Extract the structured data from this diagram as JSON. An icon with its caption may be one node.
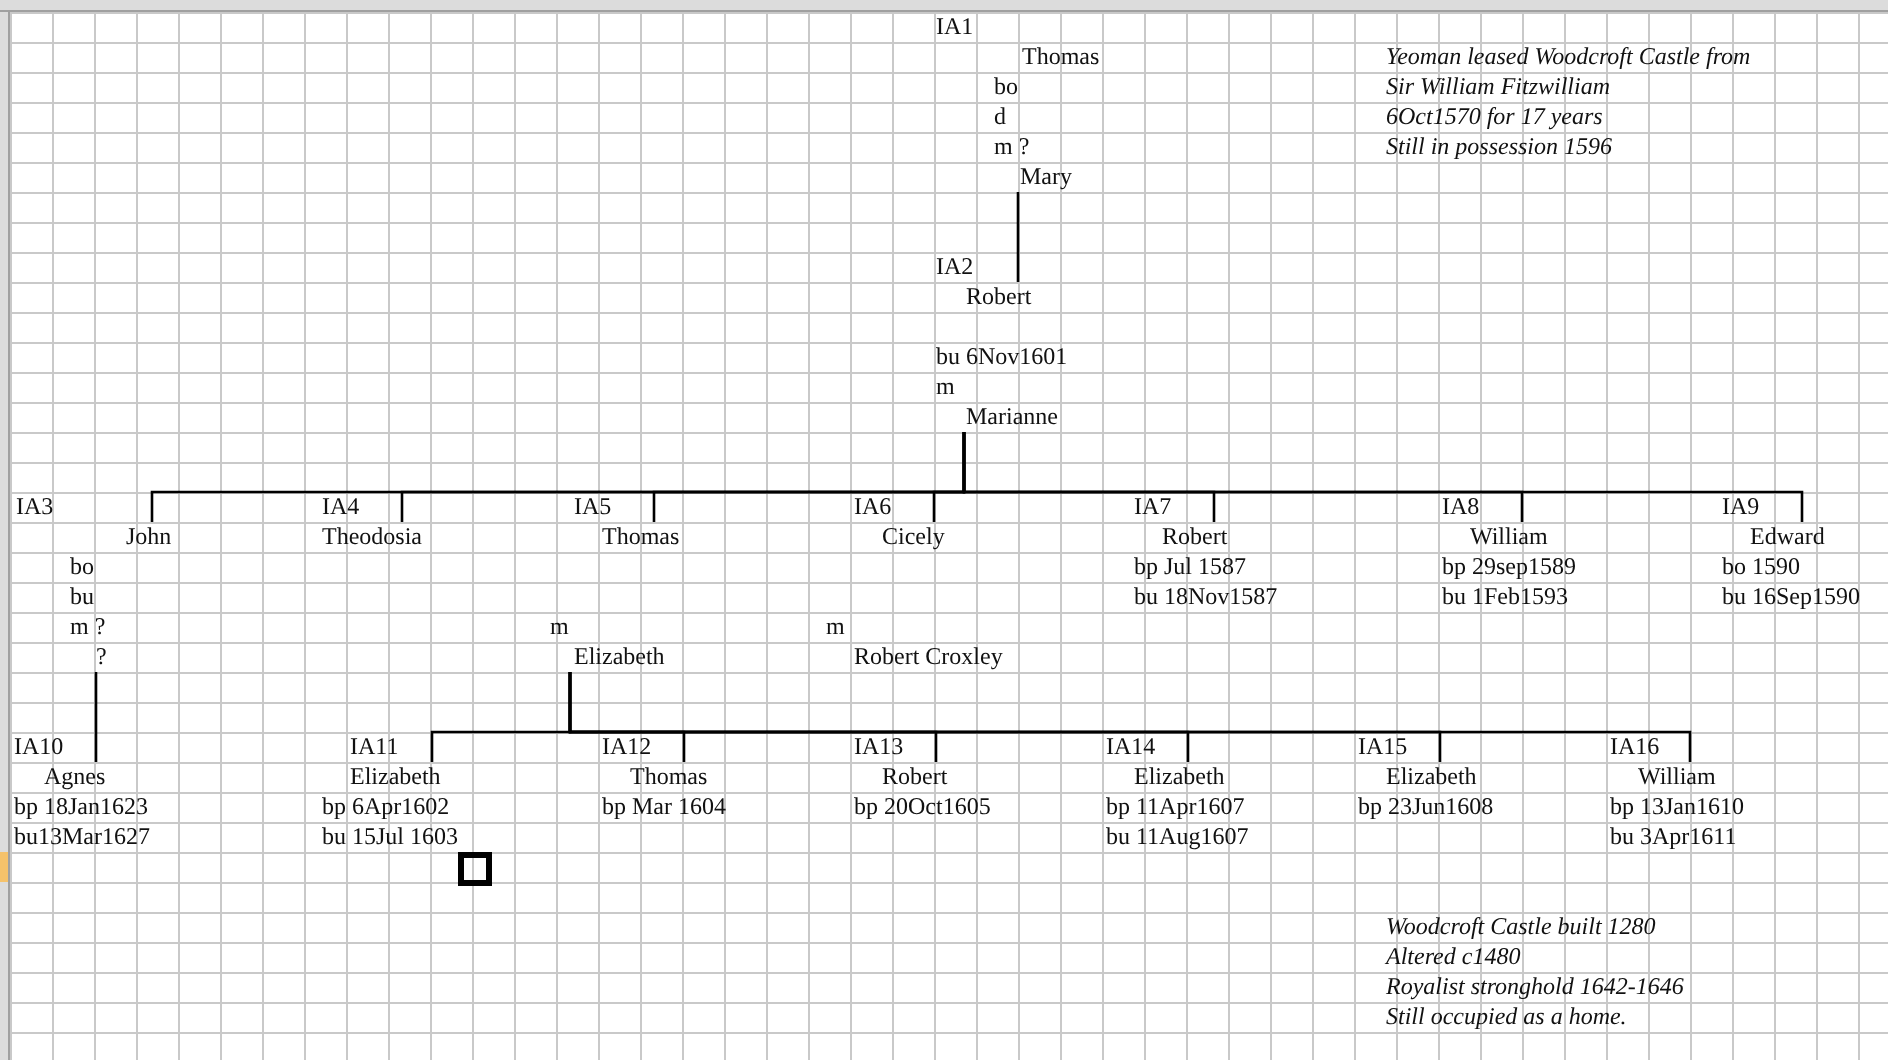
{
  "diagram": {
    "nodes": [
      {
        "text": [
          "IA1",
          "Thomas",
          "bo",
          "d"
        ]
      },
      {
        "text": [
          "m ?",
          "Mary"
        ]
      },
      {
        "text": [
          "IA2",
          "Robert",
          "bu 6Nov1601"
        ]
      },
      {
        "text": [
          "m",
          "Marianne"
        ]
      },
      {
        "text": [
          "IA3",
          "John",
          "bo",
          "bu"
        ]
      },
      {
        "text": [
          "IA4",
          "Theodosia"
        ]
      },
      {
        "text": [
          "IA5",
          "Thomas"
        ]
      },
      {
        "text": [
          "IA6",
          "Cicely"
        ]
      },
      {
        "text": [
          "IA7",
          "Robert",
          "bp Jul 1587",
          "bu 18Nov1587"
        ]
      },
      {
        "text": [
          "IA8",
          "William",
          "bp 29sep1589",
          "bu 1Feb1593"
        ]
      },
      {
        "text": [
          "IA9",
          "Edward",
          "bo 1590",
          "bu 16Sep1590"
        ]
      },
      {
        "text": [
          "m ?",
          "?"
        ]
      },
      {
        "text": [
          "m",
          "Elizabeth"
        ]
      },
      {
        "text": [
          "m",
          "Robert Croxley"
        ]
      },
      {
        "text": [
          "IA10",
          "Agnes",
          "bp 18Jan1623",
          "bu13Mar1627"
        ]
      },
      {
        "text": [
          "IA11",
          "Elizabeth",
          "bp 6Apr1602",
          "bu 15Jul 1603"
        ]
      },
      {
        "text": [
          "IA12",
          "Thomas",
          "bp Mar 1604"
        ]
      },
      {
        "text": [
          "IA13",
          "Robert",
          "bp 20Oct1605"
        ]
      },
      {
        "text": [
          "IA14",
          "Elizabeth",
          "bp 11Apr1607",
          "bu 11Aug1607"
        ]
      },
      {
        "text": [
          "IA15",
          "Elizabeth",
          "bp 23Jun1608"
        ]
      },
      {
        "text": [
          "IA16",
          "William",
          "bp 13Jan1610",
          "bu 3Apr1611"
        ]
      }
    ],
    "edges": [
      {
        "from": 1,
        "to": 2,
        "arrow": "none"
      },
      {
        "from": 3,
        "to": 4,
        "arrow": "none"
      },
      {
        "from": 3,
        "to": 5,
        "arrow": "none"
      },
      {
        "from": 3,
        "to": 6,
        "arrow": "none"
      },
      {
        "from": 3,
        "to": 7,
        "arrow": "none"
      },
      {
        "from": 3,
        "to": 8,
        "arrow": "none"
      },
      {
        "from": 3,
        "to": 9,
        "arrow": "none"
      },
      {
        "from": 3,
        "to": 10,
        "arrow": "none"
      },
      {
        "from": 11,
        "to": 14,
        "arrow": "none"
      },
      {
        "from": 12,
        "to": 15,
        "arrow": "none"
      },
      {
        "from": 12,
        "to": 16,
        "arrow": "none"
      },
      {
        "from": 12,
        "to": 17,
        "arrow": "none"
      },
      {
        "from": 12,
        "to": 18,
        "arrow": "none"
      },
      {
        "from": 12,
        "to": 19,
        "arrow": "none"
      },
      {
        "from": 12,
        "to": 20,
        "arrow": "none"
      }
    ],
    "labels": [
      "Yeoman leased Woodcroft Castle from",
      "Sir William Fitzwilliam",
      "6Oct1570 for 17 years",
      "Still in possession 1596",
      "Woodcroft Castle built 1280",
      "Altered c1480",
      "Royalist stronghold 1642-1646",
      "Still occupied as a home."
    ]
  }
}
